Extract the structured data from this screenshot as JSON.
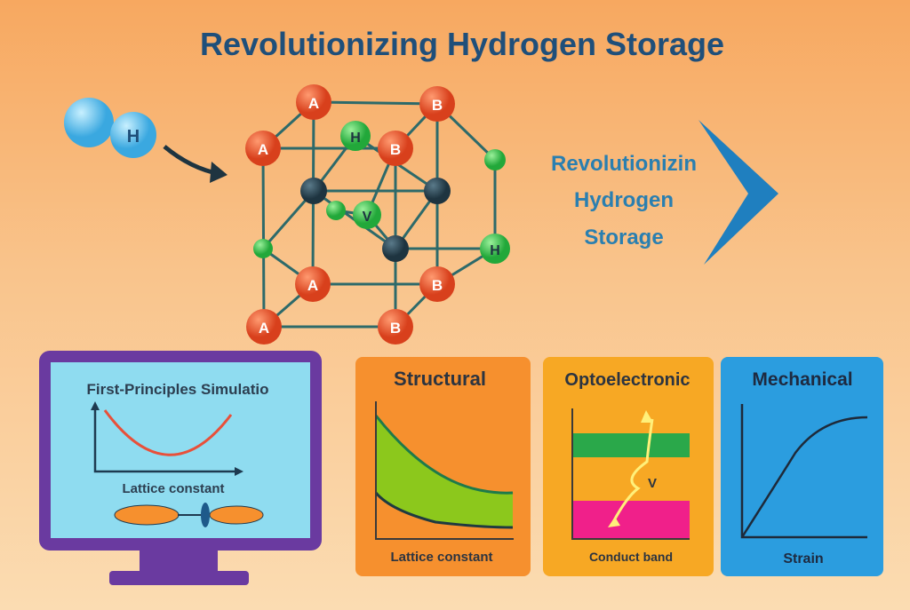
{
  "title": "Revolutionizing Hydrogen Storage",
  "molecule": {
    "label": "H"
  },
  "atoms": {
    "a": "A",
    "b": "B",
    "h": "H",
    "v": "V"
  },
  "side_text": [
    "Revolutionizin",
    "Hydrogen",
    "Storage"
  ],
  "panels": {
    "simulation": {
      "title": "First-Principles Simulatio",
      "xlabel": "Lattice constant"
    },
    "structural": {
      "title": "Structural",
      "xlabel": "Lattice constant"
    },
    "optoelectronic": {
      "title": "Optoelectronic",
      "xlabel": "Conduct band",
      "marker": "V"
    },
    "mechanical": {
      "title": "Mechanical",
      "xlabel": "Strain"
    }
  },
  "colors": {
    "title": "#1f4f7a",
    "side_text": "#2a7fb0",
    "atom_a": "#e0502a",
    "atom_h": "#3cc24a",
    "node": "#2c4a5a",
    "monitor": "#6a3aa0",
    "screen": "#8fdcf0",
    "structural": "#f6902e",
    "opto": "#f7a824",
    "mech": "#2b9ddf"
  }
}
